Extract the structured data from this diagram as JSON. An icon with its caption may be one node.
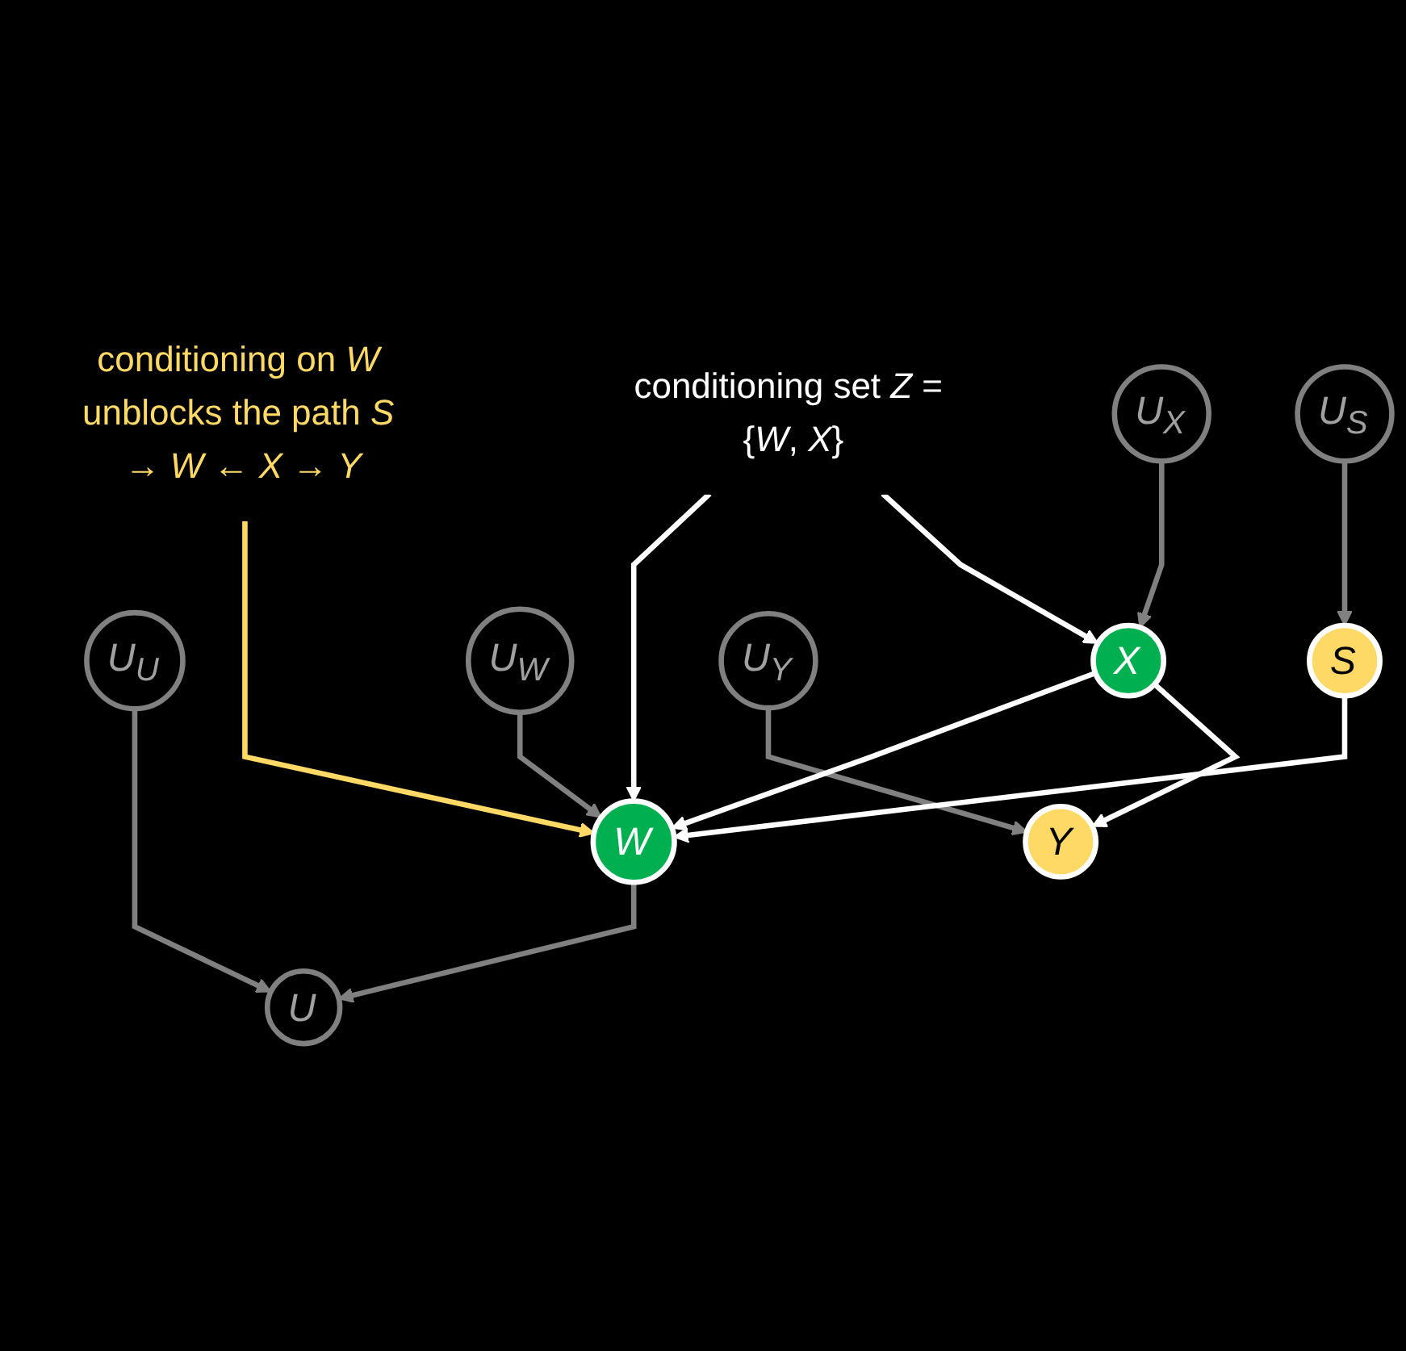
{
  "diagram": {
    "nodes": [
      {
        "text": [
          "U$_{S}$"
        ]
      },
      {
        "text": [
          "U$_{X}$"
        ]
      },
      {
        "text": [
          "U$_{Y}$"
        ]
      },
      {
        "text": [
          "S"
        ]
      },
      {
        "text": [
          "X"
        ]
      },
      {
        "text": [
          "Y"
        ]
      },
      {
        "text": [
          "U$_{W}$"
        ]
      },
      {
        "text": [
          "W"
        ]
      },
      {
        "text": [
          "conditioning set *Z* = {*W*, *X*}"
        ]
      },
      {
        "text": [
          "U$_{U}$"
        ]
      },
      {
        "text": [
          "conditioning on *W* unblocks the path *S* → *W* ← *X* → *Y*"
        ]
      },
      {
        "text": [
          "U"
        ]
      }
    ],
    "edges": [
      {
        "from": 0,
        "to": 3,
        "arrow": "to"
      },
      {
        "from": 1,
        "to": 4,
        "arrow": "to"
      },
      {
        "from": 2,
        "to": 5,
        "arrow": "to"
      },
      {
        "from": 3,
        "to": 7,
        "arrow": "to",
        "color": "#ffffff"
      },
      {
        "from": 4,
        "to": 5,
        "arrow": "to",
        "color": "#ffffff"
      },
      {
        "from": 4,
        "to": 7,
        "arrow": "to",
        "color": "#ffffff"
      },
      {
        "from": 6,
        "to": 7,
        "arrow": "to"
      },
      {
        "from": 8,
        "to": 4,
        "arrow": "to",
        "color": "#ffffff"
      },
      {
        "from": 8,
        "to": 7,
        "arrow": "to",
        "color": "#ffffff"
      },
      {
        "from": 10,
        "to": 7,
        "arrow": "to",
        "color": "#ffd966"
      },
      {
        "from": 7,
        "to": 11,
        "arrow": "to"
      },
      {
        "from": 9,
        "to": 11,
        "arrow": "to"
      }
    ]
  }
}
